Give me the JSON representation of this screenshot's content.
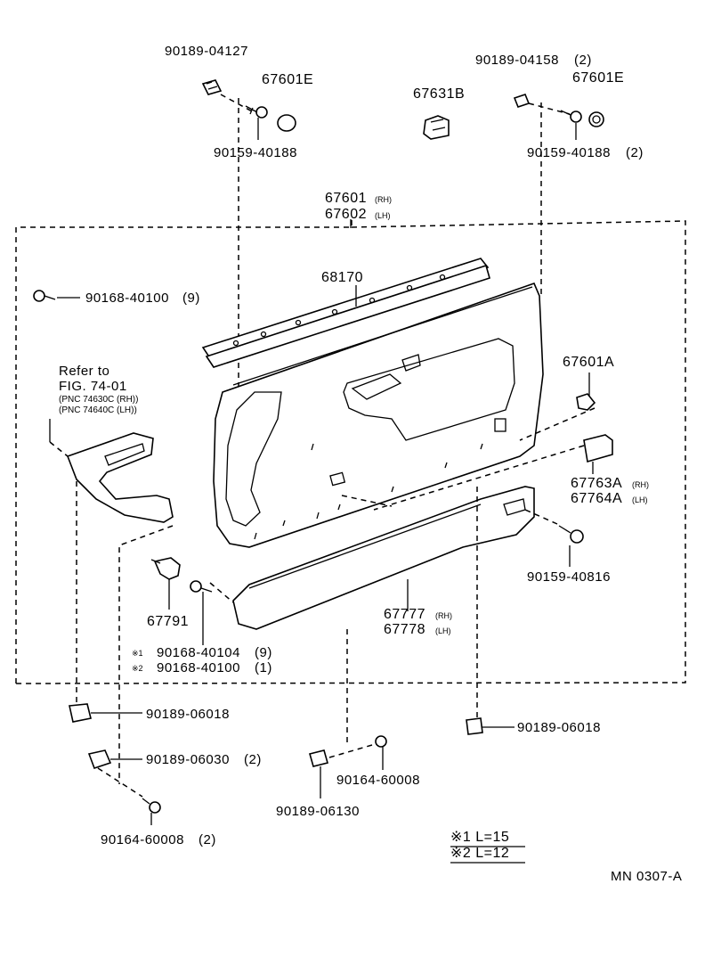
{
  "parts": {
    "clip_top_left": "90189-04127",
    "cap_top_left": "67601E",
    "screw_top_left": "90159-40188",
    "bracket_top": "67631B",
    "clip_top_right": "90189-04158",
    "clip_top_right_qty": "(2)",
    "cap_top_right": "67601E",
    "screw_top_right": "90159-40188",
    "screw_top_right_qty": "(2)",
    "trim_rh": "67601",
    "trim_rh_side": "(RH)",
    "trim_lh": "67602",
    "trim_lh_side": "(LH)",
    "weatherstrip": "68170",
    "screw_left": "90168-40100",
    "screw_left_qty": "(9)",
    "refer_to": "Refer to",
    "fig_ref": "FIG. 74-01",
    "pnc_rh": "(PNC 74630C (RH))",
    "pnc_lh": "(PNC 74640C (LH))",
    "cap_right": "67601A",
    "cover_rh": "67763A",
    "cover_rh_side": "(RH)",
    "cover_lh": "67764A",
    "cover_lh_side": "(LH)",
    "screw_right": "90159-40816",
    "clip_bottom_left": "67791",
    "pocket_rh": "67777",
    "pocket_rh_side": "(RH)",
    "pocket_lh": "67778",
    "pocket_lh_side": "(LH)",
    "note1_mark": "※1",
    "note1_part": "90168-40104",
    "note1_qty": "(9)",
    "note2_mark": "※2",
    "note2_part": "90168-40100",
    "note2_qty": "(1)",
    "nut_lower_left": "90189-06018",
    "nut_lower_left2": "90189-06030",
    "nut_lower_left2_qty": "(2)",
    "screw_lower_left": "90164-60008",
    "screw_lower_left_qty": "(2)",
    "nut_lower_center": "90189-06130",
    "screw_lower_center": "90164-60008",
    "nut_lower_right": "90189-06018"
  },
  "legend": {
    "row1": "※1 L=15",
    "row2": "※2 L=12"
  },
  "code": "MN 0307-A"
}
